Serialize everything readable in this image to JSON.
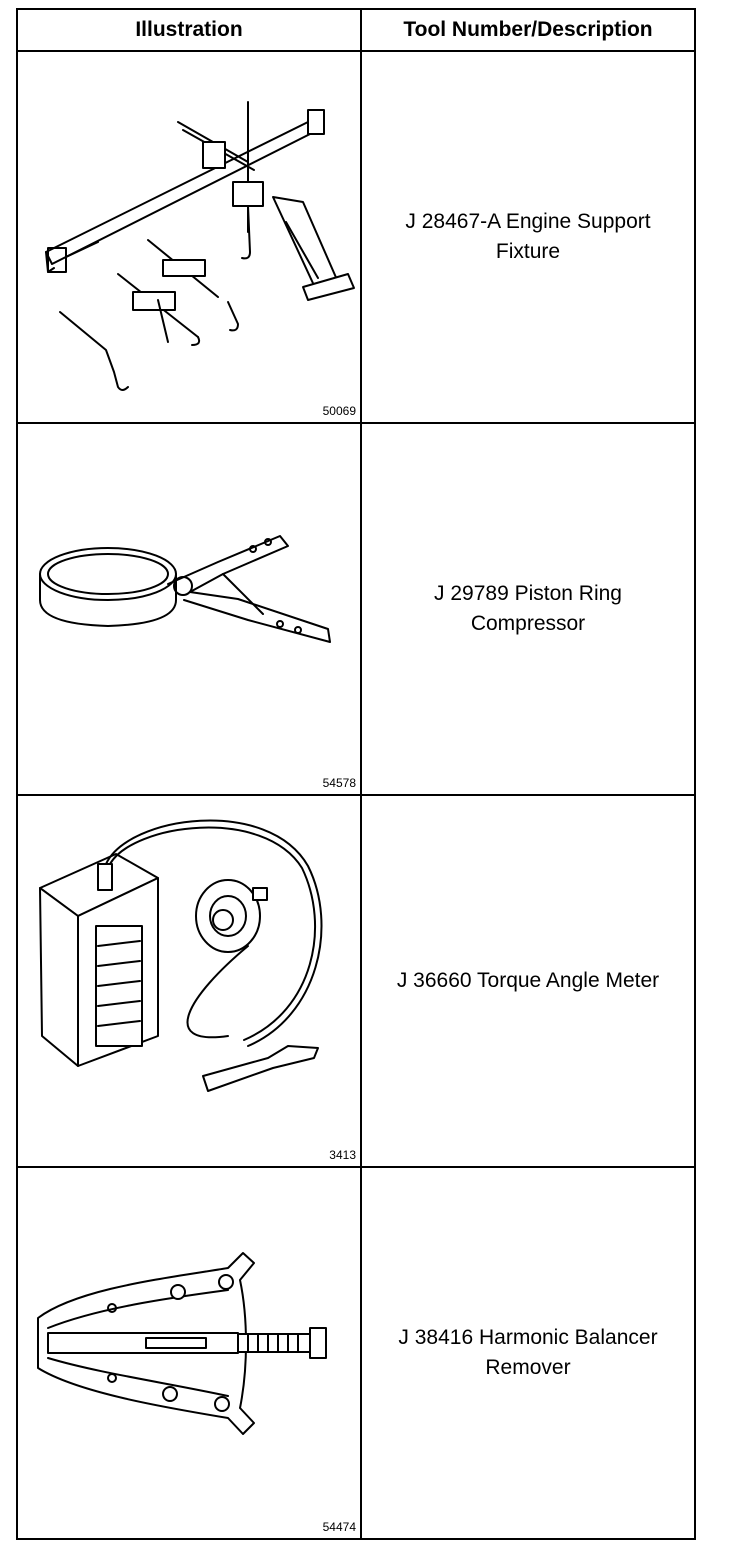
{
  "table": {
    "headers": {
      "illustration": "Illustration",
      "tool": "Tool Number/Description"
    },
    "rows": [
      {
        "figure": "50069",
        "tool_line1": "J 28467-A Engine Support",
        "tool_line2": "Fixture",
        "icon": "engine-support-fixture-icon"
      },
      {
        "figure": "54578",
        "tool_line1": "J 29789 Piston Ring",
        "tool_line2": "Compressor",
        "icon": "piston-ring-compressor-icon"
      },
      {
        "figure": "3413",
        "tool_line1": "J 36660 Torque Angle Meter",
        "tool_line2": "",
        "icon": "torque-angle-meter-icon"
      },
      {
        "figure": "54474",
        "tool_line1": "J 38416 Harmonic Balancer",
        "tool_line2": "Remover",
        "icon": "harmonic-balancer-remover-icon"
      }
    ]
  }
}
